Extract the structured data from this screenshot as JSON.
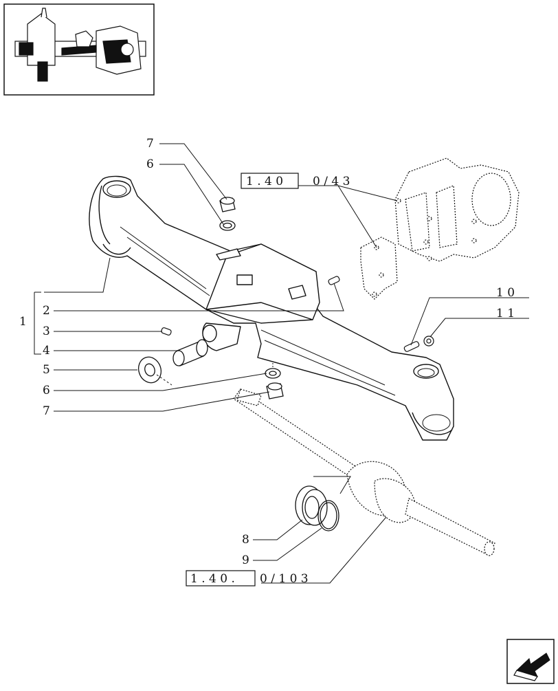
{
  "diagram": {
    "callouts": {
      "c1": "1",
      "c2": "2",
      "c3": "3",
      "c4": "4",
      "c5": "5",
      "c6_left": "6",
      "c7_left": "7",
      "c6_top": "6",
      "c7_top": "7",
      "c8": "8",
      "c9": "9",
      "c10": "1 0",
      "c11": "1 1"
    },
    "references": {
      "ref_top": {
        "boxed": "1 . 4 0",
        "suffix": "0 / 4 3"
      },
      "ref_bottom": {
        "boxed": "1 . 4 0 .",
        "suffix": "0 / 1 0 3"
      }
    }
  },
  "colors": {
    "line": "#111111",
    "background": "#ffffff"
  },
  "icons": {
    "thumbnail": "axle-assembly-thumbnail",
    "nav": "next-page-arrow-icon"
  }
}
